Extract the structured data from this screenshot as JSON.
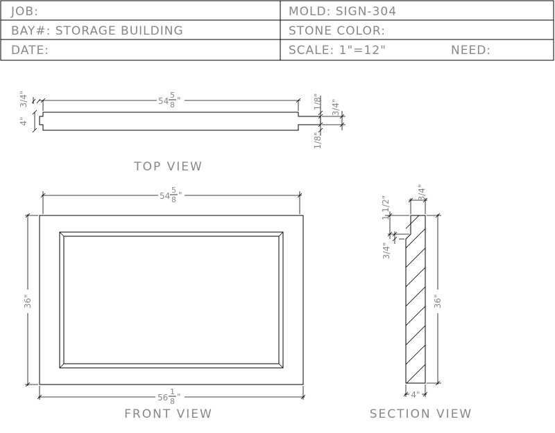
{
  "title_block": {
    "job_label": "JOB:",
    "mold": "MOLD: SIGN-304",
    "bay": "BAY#: STORAGE BUILDING",
    "stone_color": "STONE COLOR:",
    "date_label": "DATE:",
    "scale": "SCALE: 1\"=12\"",
    "need": "NEED:"
  },
  "views": {
    "top": "TOP VIEW",
    "front": "FRONT VIEW",
    "section": "SECTION VIEW"
  },
  "dims": {
    "top_width_whole": "54",
    "top_width_num": "5",
    "top_width_den": "8",
    "top_width_unit": "\"",
    "three_quarter": "3/4\"",
    "four": "4\"",
    "eighth_top": "1/8\"",
    "eighth_bottom": "1/8\"",
    "front_top_whole": "54",
    "front_top_num": "5",
    "front_top_den": "8",
    "front_top_unit": "\"",
    "front_height": "36\"",
    "front_bottom_whole": "56",
    "front_bottom_num": "1",
    "front_bottom_den": "8",
    "front_bottom_unit": "\"",
    "sec_top": "3/4\"",
    "sec_one_half": "1 1/2\"",
    "sec_three_quarter": "3/4\"",
    "sec_height": "36\"",
    "sec_width": "4\""
  }
}
